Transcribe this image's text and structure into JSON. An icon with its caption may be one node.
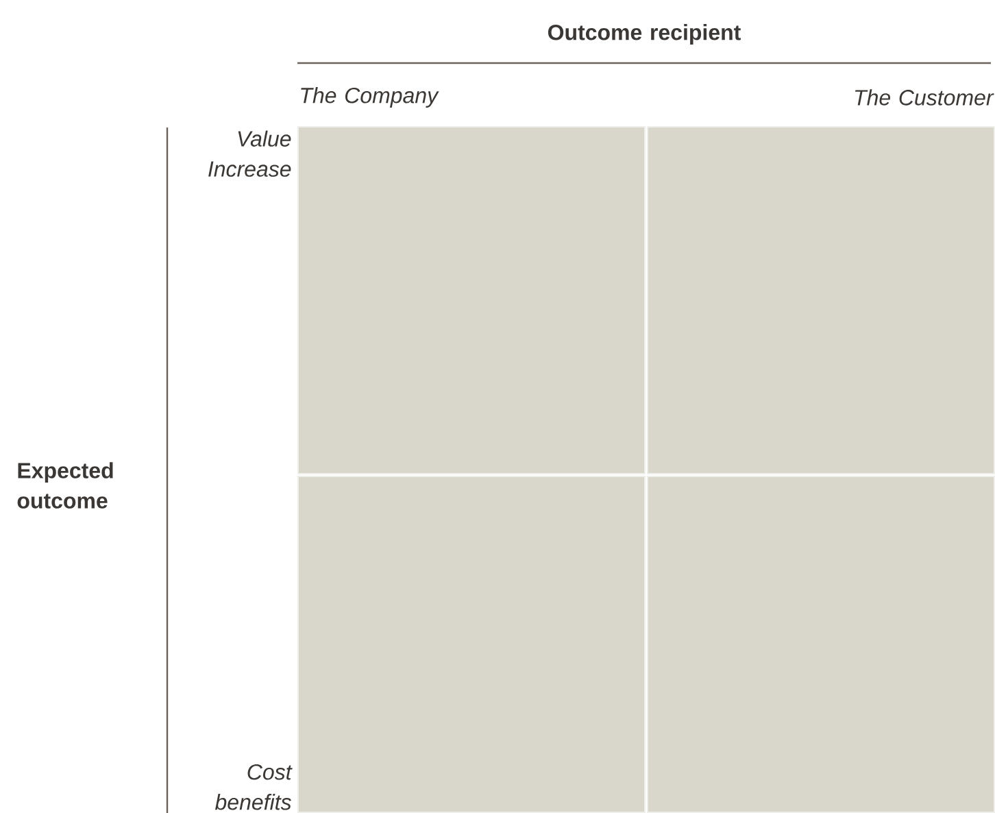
{
  "diagram": {
    "nodes": [
      {
        "text": [],
        "shape": "box"
      },
      {
        "text": [],
        "shape": "box"
      },
      {
        "text": [],
        "shape": "box"
      },
      {
        "text": [],
        "shape": "box"
      }
    ],
    "labels": [
      "Outcome recipient",
      "The Company",
      "The Customer",
      "Value Increase",
      "Expected outcome",
      "Cost benefits"
    ]
  }
}
